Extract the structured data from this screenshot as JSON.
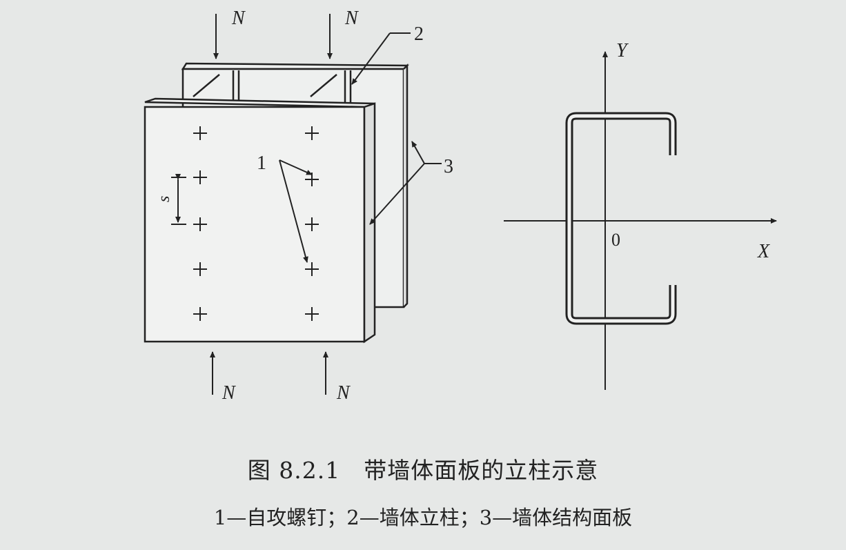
{
  "figure": {
    "force_label": "N",
    "labels": {
      "screw": "1",
      "stud": "2",
      "panel": "3",
      "spacing": "s"
    },
    "axes": {
      "y": "Y",
      "x": "X",
      "origin": "0"
    },
    "caption_title": "图 8.2.1　带墙体面板的立柱示意",
    "caption_legend": "1—自攻螺钉；2—墙体立柱；3—墙体结构面板"
  }
}
